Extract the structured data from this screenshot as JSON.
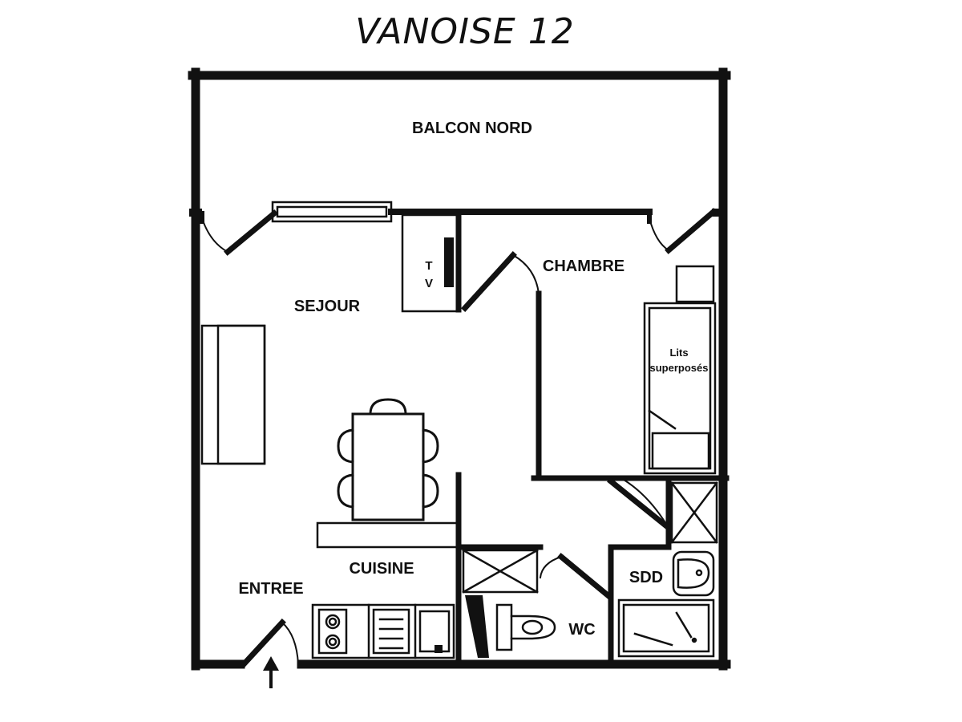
{
  "title": "VANOISE 12",
  "rooms": {
    "balcon": "BALCON NORD",
    "sejour": "SEJOUR",
    "chambre": "CHAMBRE",
    "cuisine": "CUISINE",
    "entree": "ENTREE",
    "sdd": "SDD",
    "wc": "WC"
  },
  "furniture": {
    "tv_line1": "T",
    "tv_line2": "V",
    "bunk_line1": "Lits",
    "bunk_line2": "superposés"
  },
  "icons": [
    "entrance-arrow-icon",
    "door-swing-icon",
    "shower-icon",
    "toilet-icon",
    "sink-icon",
    "stove-icon"
  ]
}
